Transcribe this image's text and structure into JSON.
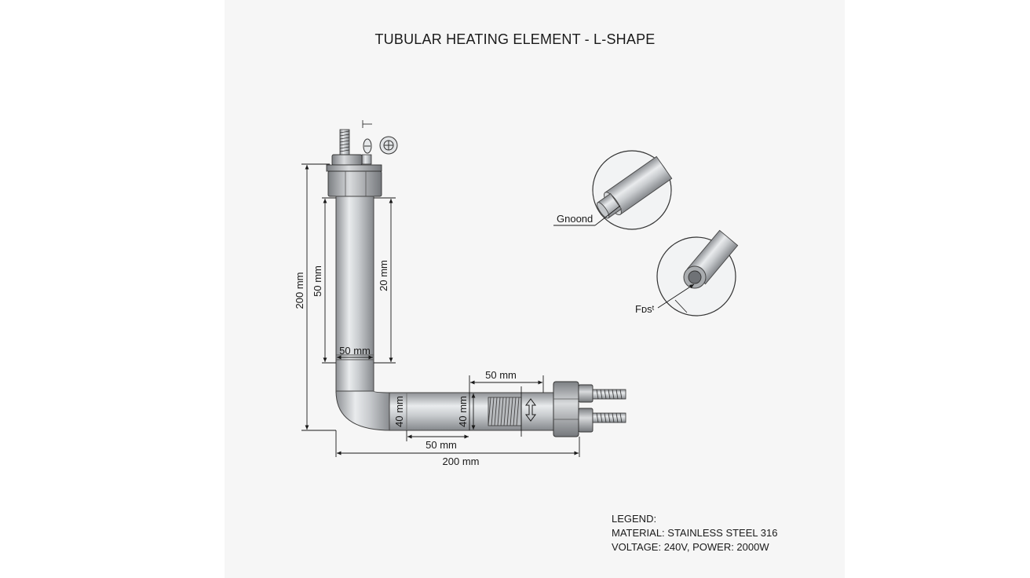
{
  "title": "TUBULAR HEATING ELEMENT - L-SHAPE",
  "dimensions": {
    "overall_height": "200 mm",
    "tube_length": "50 mm",
    "inner_length": "20 mm",
    "bend_width": "50 mm",
    "bend_height": "40 mm",
    "thread_height": "40 mm",
    "thread_length": "50 mm",
    "horizontal_segment": "50 mm",
    "overall_width": "200 mm"
  },
  "details": {
    "ground_label": "Gnoond",
    "fds_label": "Fᴅsᵗ"
  },
  "legend": {
    "heading": "LEGEND:",
    "material": "MATERIAL: STAINLESS STEEL 316",
    "electrical": "VOLTAGE: 240V, POWER: 2000W"
  },
  "colors": {
    "metal_light": "#e4e6e8",
    "metal_dark": "#8a8d91",
    "line": "#1a1a1a",
    "sheet": "#f6f6f6"
  }
}
